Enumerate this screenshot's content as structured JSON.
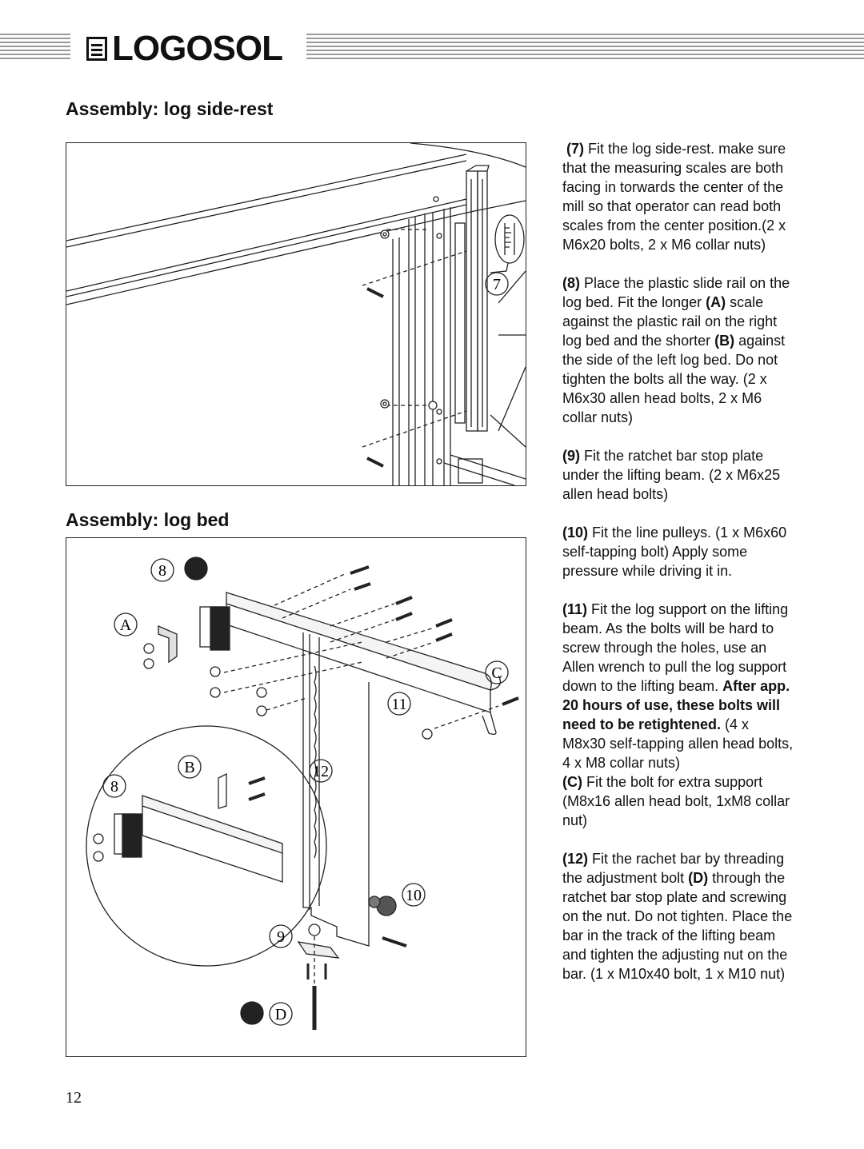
{
  "header": {
    "logo_text": "LOGOSOL"
  },
  "sections": {
    "side_rest_title": "Assembly:  log  side-rest",
    "log_bed_title": "Assembly:  log  bed"
  },
  "figure1": {
    "callout_7": "7"
  },
  "figure2": {
    "callout_8": "8",
    "callout_A": "A",
    "callout_C": "C",
    "callout_11": "11",
    "callout_B": "B",
    "callout_8b": "8",
    "callout_12": "12",
    "callout_10": "10",
    "callout_9": "9",
    "callout_D": "D"
  },
  "instructions": {
    "s7_num": "(7)",
    "s7_text": " Fit the log side-rest. make sure that the measuring scales are both facing in torwards the center of the mill so that operator can read both scales from the center position.(2 x M6x20 bolts, 2 x M6 collar nuts)",
    "s8_num": "(8)",
    "s8_text_a": " Place the plastic slide rail on the log bed. Fit the longer ",
    "s8_A": "(A)",
    "s8_text_b": " scale against the plastic rail on the right log bed and the shorter ",
    "s8_B": "(B)",
    "s8_text_c": " against the side of the left log bed. Do not tighten the bolts all the way. (2 x M6x30 allen head bolts, 2 x M6 collar nuts)",
    "s9_num": "(9)",
    "s9_text": " Fit the ratchet bar stop plate under the lifting beam. (2 x M6x25 allen head bolts)",
    "s10_num": "(10)",
    "s10_text": " Fit the line pulleys. (1 x M6x60 self-tapping bolt)  Apply some pressure while driving it in.",
    "s11_num": "(11)",
    "s11_text_a": " Fit the log support on the lifting beam. As the bolts will be hard to screw through the holes, use an Allen wrench to pull the log support down to the lifting beam. ",
    "s11_bold": "After app. 20 hours of use, these bolts will need to be retightened.",
    "s11_text_b": " (4 x M8x30 self-tapping allen head bolts, 4 x M8 collar nuts)",
    "sC_num": "(C)",
    "sC_text": " Fit the bolt for extra support (M8x16 allen head bolt, 1xM8 collar nut)",
    "s12_num": "(12)",
    "s12_text_a": " Fit the rachet bar by threading the adjustment bolt ",
    "s12_D": "(D)",
    "s12_text_b": " through the ratchet bar stop plate and screwing on the nut. Do not tighten. Place the bar  in the track of the lifting beam and tighten the adjusting nut on the bar. (1 x M10x40 bolt, 1 x M10 nut)"
  },
  "footer": {
    "page_number": "12"
  }
}
